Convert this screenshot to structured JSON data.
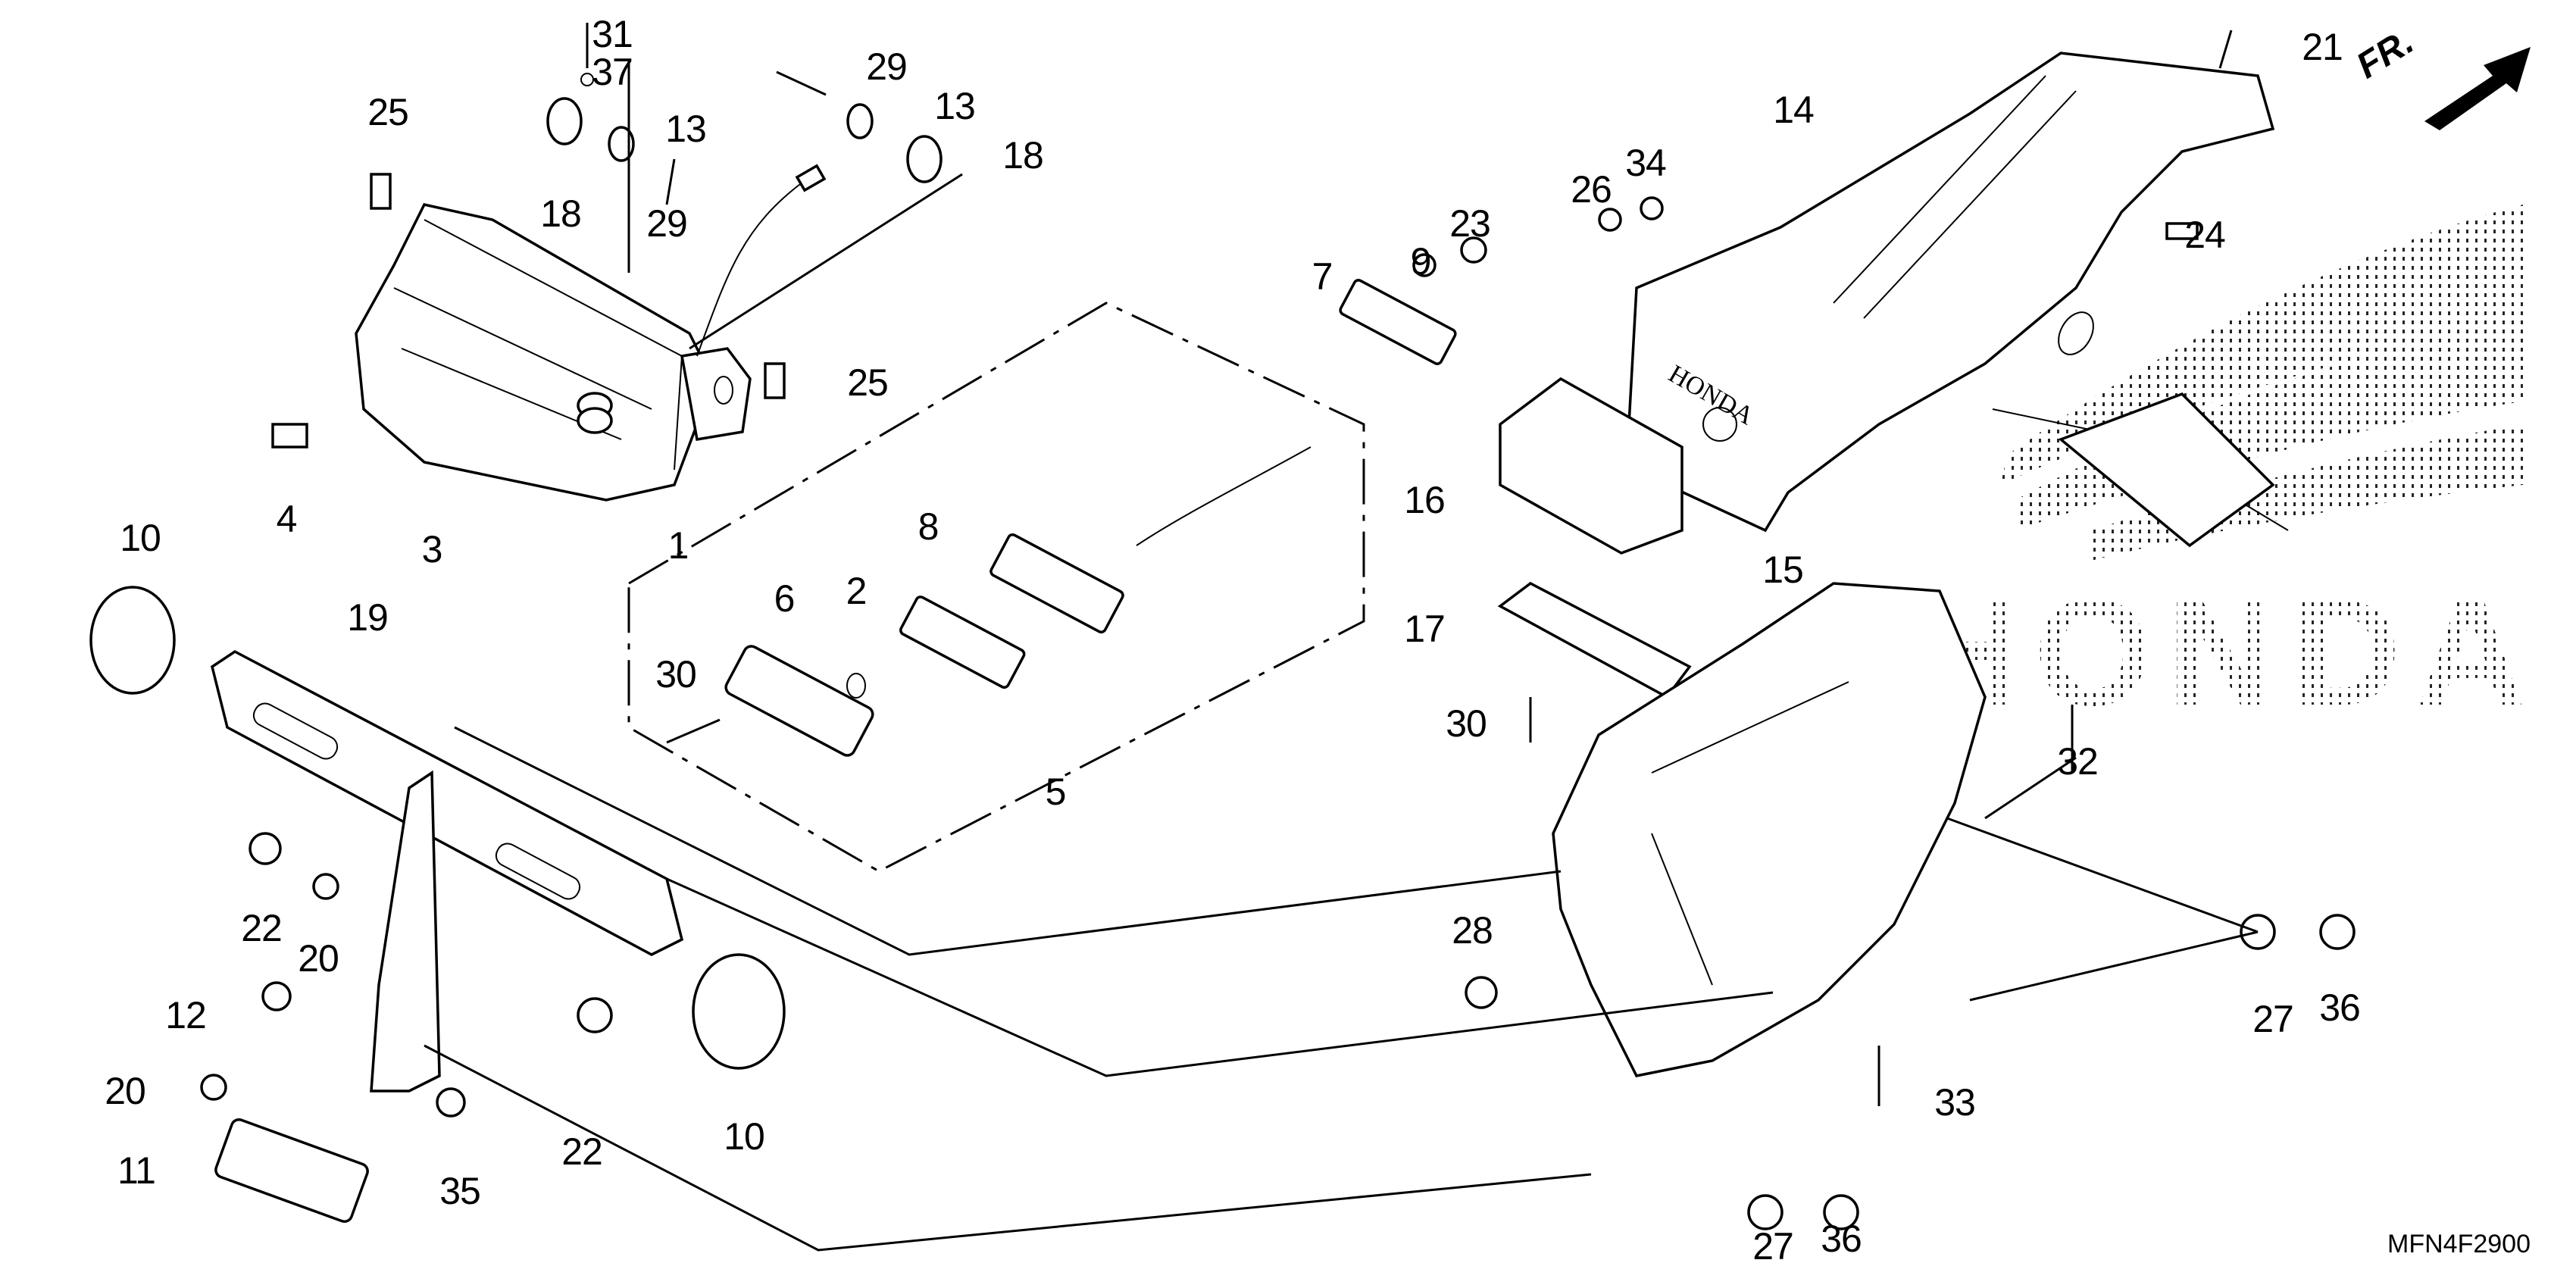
{
  "diagram": {
    "title": "Rear Fender / Tail Light exploded parts diagram",
    "brand_watermark": "HONDA",
    "direction_indicator": "FR.",
    "diagram_code": "MFN4F2900",
    "callouts": [
      {
        "id": "c31",
        "label": "31"
      },
      {
        "id": "c37",
        "label": "37"
      },
      {
        "id": "c29a",
        "label": "29"
      },
      {
        "id": "c13a",
        "label": "13"
      },
      {
        "id": "c13b",
        "label": "13"
      },
      {
        "id": "c18a",
        "label": "18"
      },
      {
        "id": "c18b",
        "label": "18"
      },
      {
        "id": "c25a",
        "label": "25"
      },
      {
        "id": "c29b",
        "label": "29"
      },
      {
        "id": "c25b",
        "label": "25"
      },
      {
        "id": "c4",
        "label": "4"
      },
      {
        "id": "c3",
        "label": "3"
      },
      {
        "id": "c1",
        "label": "1"
      },
      {
        "id": "c10a",
        "label": "10"
      },
      {
        "id": "c19",
        "label": "19"
      },
      {
        "id": "c22a",
        "label": "22"
      },
      {
        "id": "c20a",
        "label": "20"
      },
      {
        "id": "c12",
        "label": "12"
      },
      {
        "id": "c20b",
        "label": "20"
      },
      {
        "id": "c11",
        "label": "11"
      },
      {
        "id": "c35",
        "label": "35"
      },
      {
        "id": "c22b",
        "label": "22"
      },
      {
        "id": "c10b",
        "label": "10"
      },
      {
        "id": "c30a",
        "label": "30"
      },
      {
        "id": "c6",
        "label": "6"
      },
      {
        "id": "c2",
        "label": "2"
      },
      {
        "id": "c8",
        "label": "8"
      },
      {
        "id": "c5",
        "label": "5"
      },
      {
        "id": "c7",
        "label": "7"
      },
      {
        "id": "c9",
        "label": "9"
      },
      {
        "id": "c23",
        "label": "23"
      },
      {
        "id": "c26",
        "label": "26"
      },
      {
        "id": "c34",
        "label": "34"
      },
      {
        "id": "c14",
        "label": "14"
      },
      {
        "id": "c21",
        "label": "21"
      },
      {
        "id": "c24",
        "label": "24"
      },
      {
        "id": "c16",
        "label": "16"
      },
      {
        "id": "c17",
        "label": "17"
      },
      {
        "id": "c30b",
        "label": "30"
      },
      {
        "id": "c15",
        "label": "15"
      },
      {
        "id": "c32",
        "label": "32"
      },
      {
        "id": "c28",
        "label": "28"
      },
      {
        "id": "c27a",
        "label": "27"
      },
      {
        "id": "c36a",
        "label": "36"
      },
      {
        "id": "c33",
        "label": "33"
      },
      {
        "id": "c27b",
        "label": "27"
      },
      {
        "id": "c36b",
        "label": "36"
      }
    ]
  }
}
